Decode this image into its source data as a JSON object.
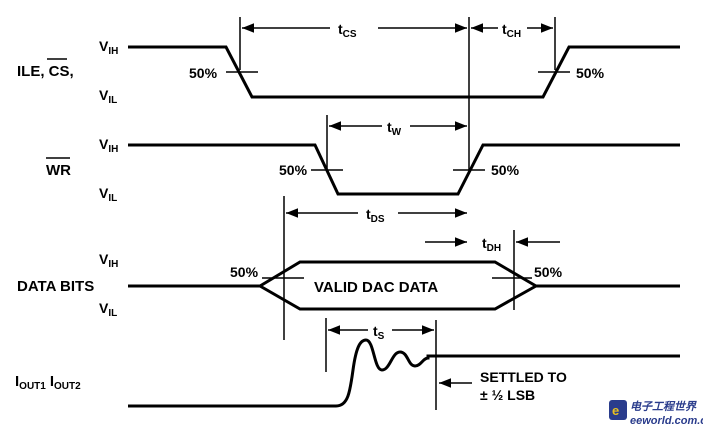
{
  "signals": {
    "ile_cs": {
      "prefix": "ILE, ",
      "bar": "CS",
      "suffix": ","
    },
    "wr": {
      "bar": "WR"
    },
    "data_bits": "DATA BITS",
    "iout": {
      "i1": "I",
      "s1": "OUT1",
      "i2": "I",
      "s2": "OUT2"
    }
  },
  "levels": {
    "v": "V",
    "ih": "IH",
    "il": "IL"
  },
  "thresholds": {
    "fifty": "50%"
  },
  "timings": {
    "tcs": {
      "t": "t",
      "s": "CS"
    },
    "tch": {
      "t": "t",
      "s": "CH"
    },
    "tw": {
      "t": "t",
      "s": "W"
    },
    "tds": {
      "t": "t",
      "s": "DS"
    },
    "tdh": {
      "t": "t",
      "s": "DH"
    },
    "ts": {
      "t": "t",
      "s": "S"
    }
  },
  "data_label": "VALID DAC DATA",
  "settled": {
    "line1": "SETTLED TO",
    "line2": "± ½ LSB"
  },
  "watermark": {
    "brand": "电子工程世界",
    "site": "eeworld.com.cn"
  }
}
